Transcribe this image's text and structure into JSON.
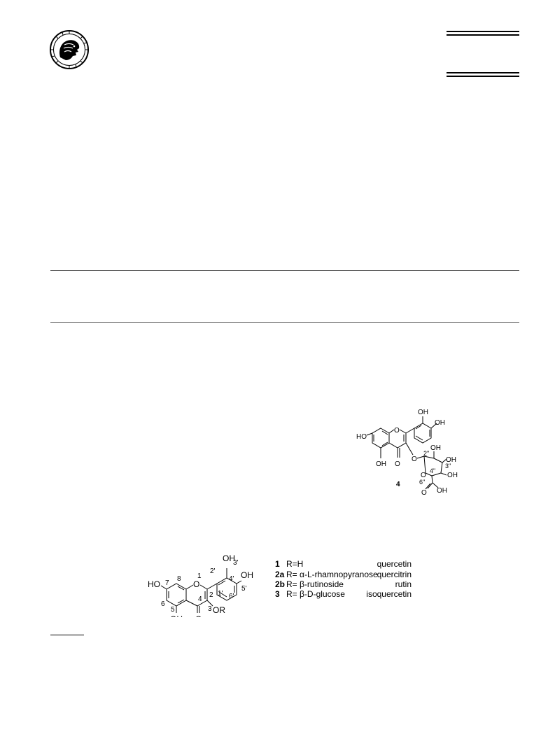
{
  "header": {
    "logo_icon": "journal-logo-seal"
  },
  "compound4": {
    "labels": {
      "oh_3p": "OH",
      "oh_4p": "OH",
      "oh_7": "HO",
      "oh_5": "OH",
      "carbonyl": "O",
      "glyco_o": "O",
      "ring_o": "O",
      "c1": "O",
      "oh_2pp": "OH",
      "oh_3pp": "OH",
      "oh_4pp": "OH",
      "cooh_o": "O",
      "cooh_oh": "OH",
      "pos_2pp": "2\"",
      "pos_3pp": "3\"",
      "pos_4pp": "4\"",
      "pos_6pp": "6\"",
      "number": "4"
    }
  },
  "quercetin": {
    "labels": {
      "oh_3p": "OH",
      "oh_4p": "OH",
      "ho_7": "HO",
      "oh_5": "OH",
      "o_carbonyl": "O",
      "or_3": "OR",
      "o_1": "O",
      "pos_1": "1",
      "pos_2": "2",
      "pos_3": "3",
      "pos_4": "4",
      "pos_5": "5",
      "pos_6": "6",
      "pos_7": "7",
      "pos_8": "8",
      "pos_1p": "1'",
      "pos_2p": "2'",
      "pos_3p": "3'",
      "pos_4p": "4'",
      "pos_5p": "5'",
      "pos_6p": "6'"
    }
  },
  "legend": [
    {
      "number": "1",
      "substituent": "R=H",
      "name": "quercetin"
    },
    {
      "number": "2a",
      "substituent": "R= α-L-rhamnopyranose",
      "name": "quercitrin"
    },
    {
      "number": "2b",
      "substituent": "R= β-rutinoside",
      "name": "rutin"
    },
    {
      "number": "3",
      "substituent": "R= β-D-glucose",
      "name": "isoquercetin"
    }
  ]
}
